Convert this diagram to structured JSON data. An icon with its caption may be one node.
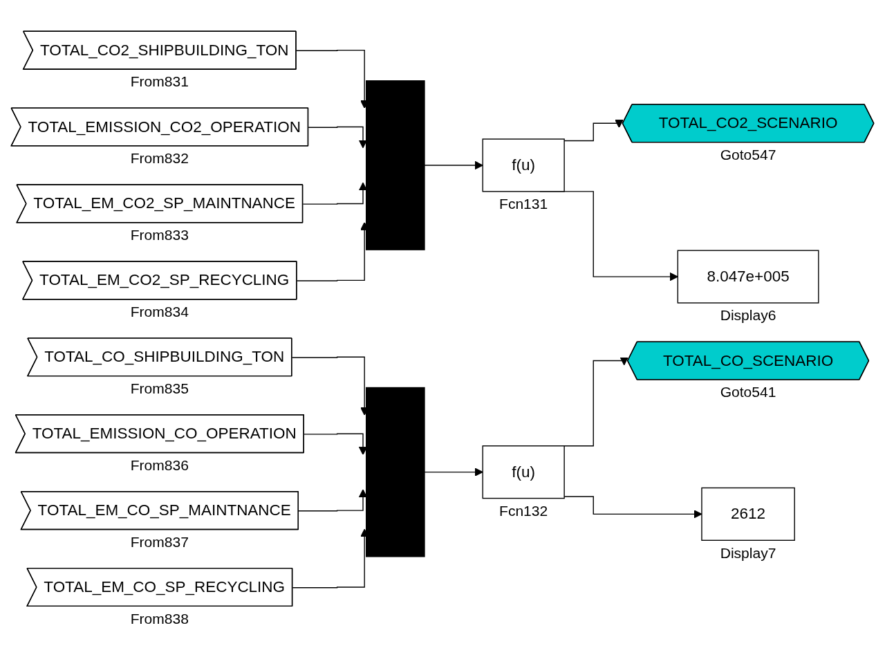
{
  "diagram": {
    "nodes": [
      {
        "text": [
          "TOTAL_CO2_SHIPBUILDING_TON"
        ],
        "beside": [
          "From831"
        ]
      },
      {
        "text": [
          "TOTAL_EMISSION_CO2_OPERATION"
        ],
        "beside": [
          "From832"
        ]
      },
      {
        "text": [
          "TOTAL_EM_CO2_SP_MAINTNANCE"
        ],
        "beside": [
          "From833"
        ]
      },
      {
        "text": [
          "TOTAL_EM_CO2_SP_RECYCLING"
        ],
        "beside": [
          "From834"
        ]
      },
      {
        "text": [],
        "shape": "bar"
      },
      {
        "text": [
          "f(u)"
        ],
        "beside": [
          "Fcn131"
        ]
      },
      {
        "text": [
          "TOTAL_CO2_SCENARIO"
        ],
        "beside": [
          "Goto547"
        ]
      },
      {
        "text": [
          "8.047e+005"
        ],
        "beside": [
          "Display6"
        ]
      },
      {
        "text": [
          "TOTAL_CO_SHIPBUILDING_TON"
        ],
        "beside": [
          "From835"
        ]
      },
      {
        "text": [
          "TOTAL_EMISSION_CO_OPERATION"
        ],
        "beside": [
          "From836"
        ]
      },
      {
        "text": [
          "TOTAL_EM_CO_SP_MAINTNANCE"
        ],
        "beside": [
          "From837"
        ]
      },
      {
        "text": [
          "TOTAL_EM_CO_SP_RECYCLING"
        ],
        "beside": [
          "From838"
        ]
      },
      {
        "text": [],
        "shape": "bar"
      },
      {
        "text": [
          "f(u)"
        ],
        "beside": [
          "Fcn132"
        ]
      },
      {
        "text": [
          "TOTAL_CO_SCENARIO"
        ],
        "beside": [
          "Goto541"
        ]
      },
      {
        "text": [
          "2612"
        ],
        "beside": [
          "Display7"
        ]
      }
    ],
    "edges": [
      {
        "from": 0,
        "to": 4,
        "arrow": "to"
      },
      {
        "from": 1,
        "to": 4,
        "arrow": "to"
      },
      {
        "from": 2,
        "to": 4,
        "arrow": "to"
      },
      {
        "from": 3,
        "to": 4,
        "arrow": "to"
      },
      {
        "from": 4,
        "to": 5,
        "arrow": "to"
      },
      {
        "from": 5,
        "to": 6,
        "arrow": "to"
      },
      {
        "from": 5,
        "to": 7,
        "arrow": "to"
      },
      {
        "from": 8,
        "to": 12,
        "arrow": "to"
      },
      {
        "from": 9,
        "to": 12,
        "arrow": "to"
      },
      {
        "from": 10,
        "to": 12,
        "arrow": "to"
      },
      {
        "from": 11,
        "to": 12,
        "arrow": "to"
      },
      {
        "from": 12,
        "to": 13,
        "arrow": "to"
      },
      {
        "from": 13,
        "to": 14,
        "arrow": "to"
      },
      {
        "from": 13,
        "to": 15,
        "arrow": "to"
      }
    ]
  }
}
